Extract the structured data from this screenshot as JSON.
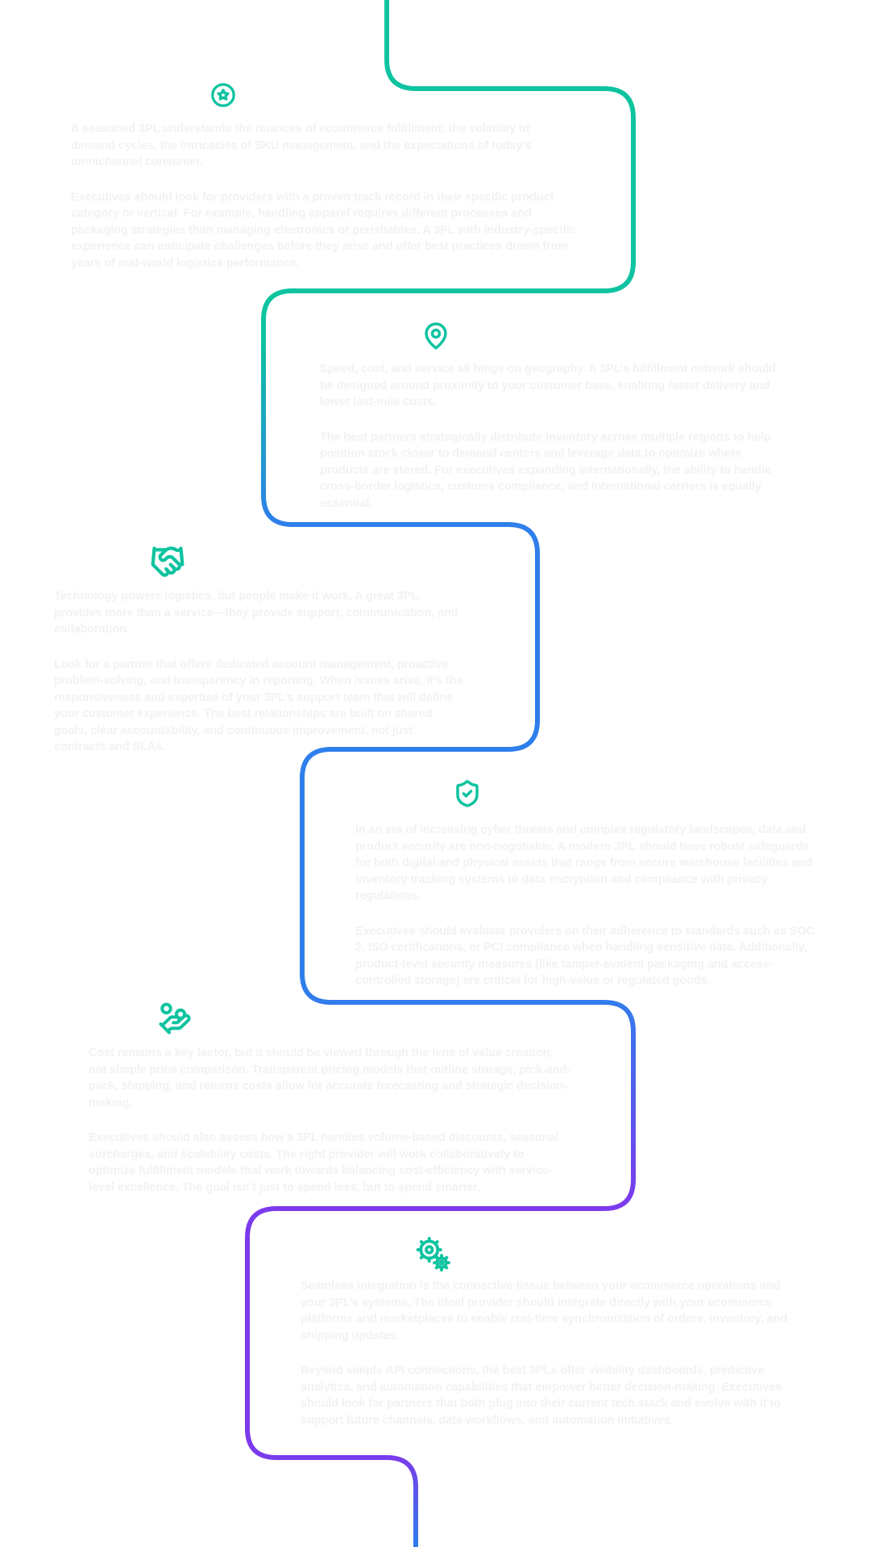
{
  "theme": {
    "background": "#ffffff",
    "teal": "#0EC3A0",
    "blue": "#2E7FEB",
    "purple": "#7C3AED",
    "icon_color": "#0EC3A0",
    "text_color": "#F0F2F4"
  },
  "sections": [
    {
      "icon": "star-badge-icon",
      "paragraphs": [
        "A seasoned 3PL understands the nuances of ecommerce fulfillment: the volatility of demand cycles, the intricacies of SKU management, and the expectations of today’s omnichannel consumer.",
        "Executives should look for providers with a proven track record in their specific product category or vertical. For example, handling apparel requires different processes and packaging strategies than managing electronics or perishables. A 3PL with industry-specific experience can anticipate challenges before they arise and offer best practices drawn from years of real-world logistics performance."
      ]
    },
    {
      "icon": "map-pin-icon",
      "paragraphs": [
        "Speed, cost, and service all hinge on geography. A 3PL’s fulfillment network should be designed around proximity to your customer base, enabling faster delivery and lower last-mile costs.",
        "The best partners strategically distribute inventory across multiple regions to help position stock closer to demand centers and leverage data to optimize where products are stored. For executives expanding internationally, the ability to handle cross-border logistics, customs compliance, and international carriers is equally essential."
      ]
    },
    {
      "icon": "handshake-icon",
      "paragraphs": [
        "Technology powers logistics, but people make it work. A great 3PL provides more than a service—they provide support, communication, and collaboration.",
        "Look for a partner that offers dedicated account management, proactive problem-solving, and transparency in reporting. When issues arise, it’s the responsiveness and expertise of your 3PL’s support team that will define your customer experience. The best relationships are built on shared goals, clear accountability, and continuous improvement, not just contracts and SLAs."
      ]
    },
    {
      "icon": "shield-check-icon",
      "paragraphs": [
        "In an era of increasing cyber threats and complex regulatory landscapes, data and product security are non-negotiable. A modern 3PL should have robust safeguards for both digital and physical assets that range from secure warehouse facilities and inventory tracking systems to data encryption and compliance with privacy regulations.",
        "Executives should evaluate providers on their adherence to standards such as SOC 2, ISO certifications, or PCI compliance when handling sensitive data. Additionally, product-level security measures (like tamper-evident packaging and access-controlled storage) are critical for high-value or regulated goods."
      ]
    },
    {
      "icon": "hand-coins-icon",
      "paragraphs": [
        "Cost remains a key factor, but it should be viewed through the lens of value creation, not simple price comparison. Transparent pricing models that outline storage, pick-and-pack, shipping, and returns costs allow for accurate forecasting and strategic decision-making.",
        "Executives should also assess how a 3PL handles volume-based discounts, seasonal surcharges, and scalability costs. The right provider will work collaboratively to optimize fulfillment models that work towards balancing cost-efficiency with service-level excellence. The goal isn’t just to spend less, but to spend smarter."
      ]
    },
    {
      "icon": "gears-icon",
      "paragraphs": [
        "Seamless integration is the connective tissue between your ecommerce operations and your 3PL’s systems. The ideal provider should integrate directly with your ecommerce platforms and marketplaces to enable real-time synchronization of orders, inventory, and shipping updates.",
        "Beyond simple API connections, the best 3PLs offer visibility dashboards, predictive analytics, and automation capabilities that empower better decision-making. Executives should look for partners that both plug into their current tech stack and evolve with it to support future channels, data workflows, and automation initiatives."
      ]
    }
  ]
}
